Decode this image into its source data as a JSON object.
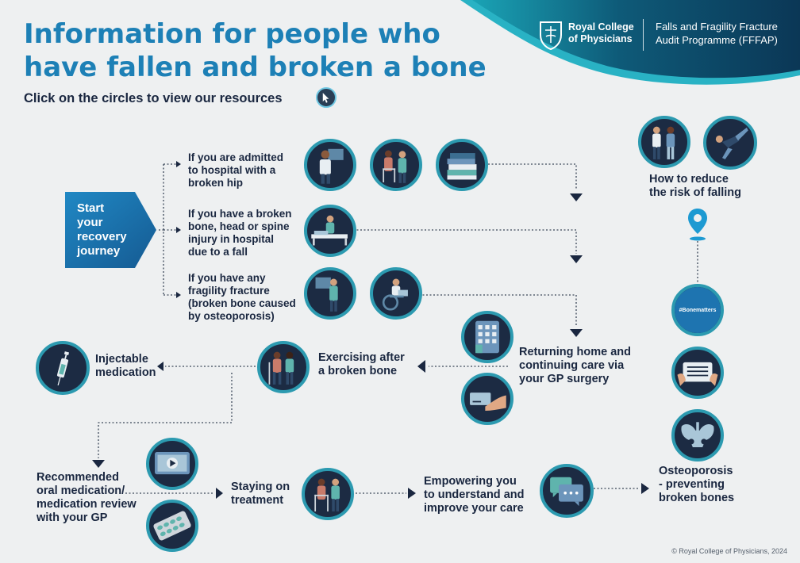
{
  "header": {
    "title": "Information for people who have fallen and broken a bone",
    "subtitle": "Click on the circles to view our resources",
    "org_line1": "Royal College",
    "org_line2": "of Physicians",
    "programme_line1": "Falls and Fragility Fracture",
    "programme_line2": "Audit Programme (FFFAP)"
  },
  "start": {
    "label": "Start\nyour\nrecovery\njourney"
  },
  "steps": {
    "hip": "If you are admitted\nto hospital with a\nbroken hip",
    "injury": "If you have a broken\nbone, head or spine\ninjury in hospital\ndue to a fall",
    "fragility": "If you have any\nfragility fracture\n(broken bone caused\nby osteoporosis)",
    "returning": "Returning home and\ncontinuing care via\nyour GP surgery",
    "exercising": "Exercising after\na broken bone",
    "injectable": "Injectable\nmedication",
    "oral": "Recommended\noral medication/\nmedication review\nwith your GP",
    "staying": "Staying on\ntreatment",
    "empowering": "Empowering you\nto understand and\nimprove your care",
    "osteoporosis": "Osteoporosis\n- preventing\nbroken bones",
    "reduce_risk": "How to reduce\nthe risk of falling"
  },
  "badge": {
    "hashtag": "#Bonematters"
  },
  "icons": {
    "hip_1": "doctor-xray-icon",
    "hip_2": "patient-walker-icon",
    "hip_3": "books-icon",
    "injury_1": "hospital-bed-icon",
    "fragility_1": "xray-doctor-icon",
    "fragility_2": "wheelchair-laptop-icon",
    "returning_1": "medicine-calendar-icon",
    "returning_2": "hand-card-icon",
    "exercising_1": "physio-exercise-icon",
    "injectable_1": "syringe-icon",
    "oral_1": "video-play-icon",
    "oral_2": "pill-pack-icon",
    "staying_1": "walking-frame-icon",
    "empowering_1": "chat-bubbles-icon",
    "osteo_1": "hashtag-bonematters-icon",
    "osteo_2": "tablet-hands-icon",
    "osteo_3": "pelvis-bone-icon",
    "reduce_1": "people-standing-icon",
    "reduce_2": "person-falling-icon",
    "pin": "location-pin-icon"
  },
  "colors": {
    "title": "#1d80b6",
    "ring": "#2c9ab0",
    "circle_fill": "#1c2b43",
    "start_fill": "#1e74b0",
    "banner": "#0d3f5c"
  },
  "footer": {
    "copyright": "© Royal College of Physicians, 2024"
  }
}
